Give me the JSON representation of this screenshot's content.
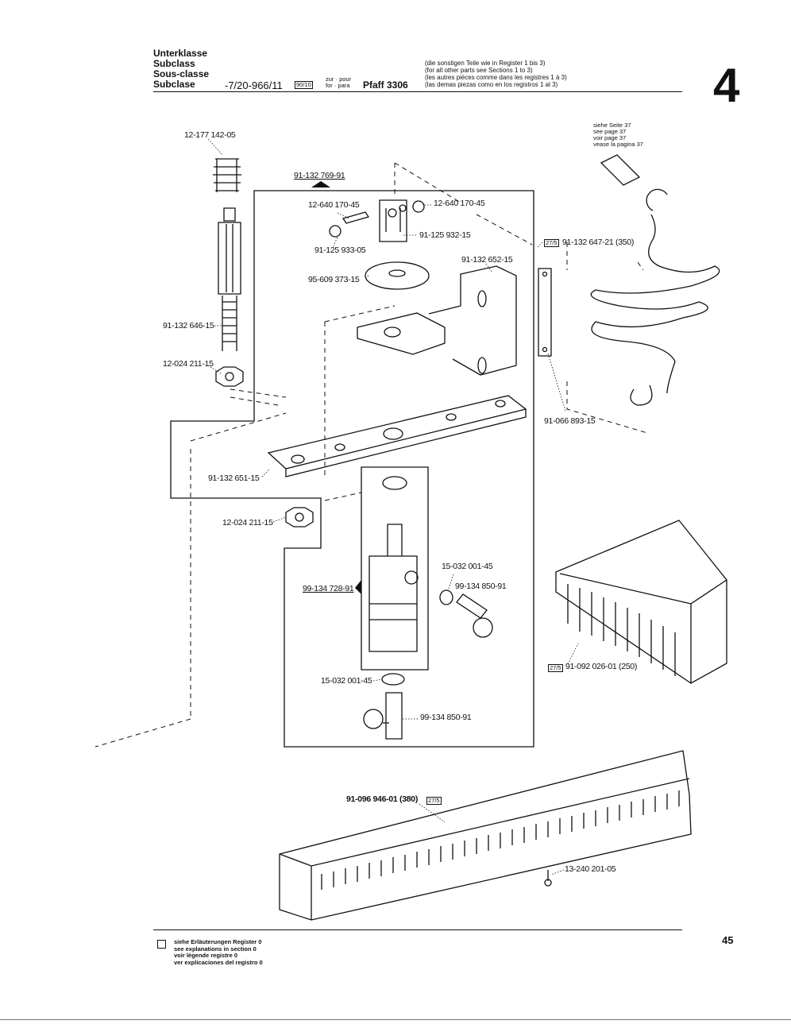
{
  "header": {
    "class_lines": [
      "Unterklasse",
      "Subclass",
      "Sous-classe",
      "Subclase"
    ],
    "class_code": "-7/20-966/11",
    "class_box": "90/10",
    "for_de_fr": "zur · pour",
    "for_en_es": "for · para",
    "machine": "Pfaff 3306",
    "notes": [
      "(die sonstigen Teile wie in Register 1 bis 3)",
      "(for all other parts see Sections 1 to 3)",
      "(les autres pièces comme dans les registres 1 à 3)",
      "(las demas piezas como en los registros 1 al 3)"
    ],
    "section_number": "4"
  },
  "see_page": [
    "siehe Seite 37",
    "see page 37",
    "voir page 37",
    "vease la pagina 37"
  ],
  "parts": [
    {
      "id": "p01",
      "text": "12-177 142-05"
    },
    {
      "id": "p02",
      "text": "91-132 769-91"
    },
    {
      "id": "p03",
      "text": "12-640 170-45"
    },
    {
      "id": "p04",
      "text": "12-640 170-45"
    },
    {
      "id": "p05",
      "text": "91-125 932-15"
    },
    {
      "id": "p06",
      "text": "91-125 933-05"
    },
    {
      "id": "p07",
      "text": "91-132 647-21 (350)"
    },
    {
      "id": "p08",
      "text": "91-132 652-15"
    },
    {
      "id": "p09",
      "text": "95-609 373-15"
    },
    {
      "id": "p10",
      "text": "91-132 646-15"
    },
    {
      "id": "p11",
      "text": "12-024 211-15"
    },
    {
      "id": "p12",
      "text": "91-066 893-15"
    },
    {
      "id": "p13",
      "text": "91-132 651-15"
    },
    {
      "id": "p14",
      "text": "12-024 211-15"
    },
    {
      "id": "p15",
      "text": "15-032 001-45"
    },
    {
      "id": "p16",
      "text": "99-134 850-91"
    },
    {
      "id": "p17",
      "text": "99-134 728-91"
    },
    {
      "id": "p18",
      "text": "15-032 001-45"
    },
    {
      "id": "p19",
      "text": "99-134 850-91"
    },
    {
      "id": "p20",
      "text": "91-092 026-01 (250)"
    },
    {
      "id": "p21",
      "text": "91-096 946-01 (380)"
    },
    {
      "id": "p22",
      "text": "13-240 201-05"
    }
  ],
  "ref_box": "27/5",
  "footer": {
    "legend": [
      "siehe Erläuterungen Register 0",
      "see explanations in section 0",
      "voir légende registre 0",
      "ver explicaciones del registro 0"
    ],
    "page_number": "45"
  }
}
